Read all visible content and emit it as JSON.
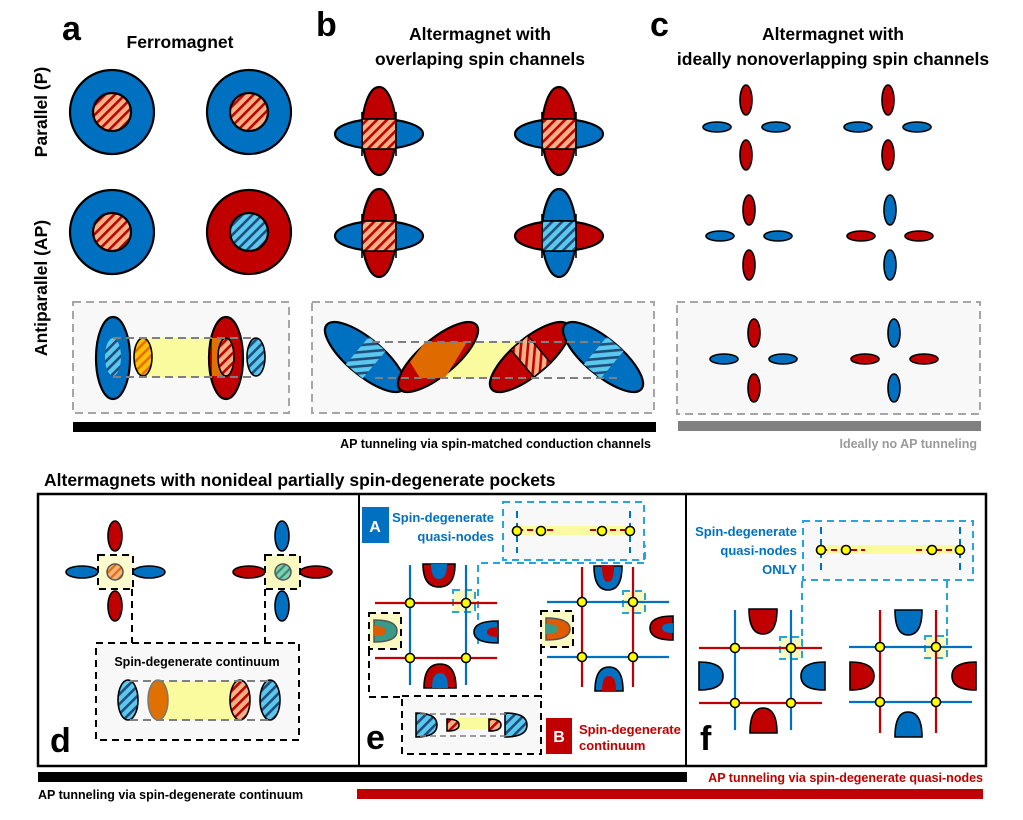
{
  "figure": {
    "panel_labels": [
      "a",
      "b",
      "c",
      "d",
      "e",
      "f"
    ],
    "row_labels": {
      "parallel": "Parallel (P)",
      "antiparallel": "Antiparallel (AP)"
    },
    "panel_titles": {
      "a": [
        "Ferromagnet"
      ],
      "b": [
        "Altermagnet with",
        "overlaping spin channels"
      ],
      "c": [
        "Altermagnet with",
        "ideally nonoverlapping spin channels"
      ]
    },
    "captions": {
      "ab_bar": "AP tunneling via spin-matched conduction channels",
      "c_bar": "Ideally no AP tunneling",
      "bottom_title": "Altermagnets with nonideal partially spin-degenerate pockets",
      "d_inset": "Spin-degenerate continuum",
      "e_A_badge": "A",
      "e_A_text": [
        "Spin-degenerate",
        "quasi-nodes"
      ],
      "e_B_badge": "B",
      "e_B_text": [
        "Spin-degenerate",
        "continuum"
      ],
      "f_text": [
        "Spin-degenerate",
        "quasi-nodes",
        "ONLY"
      ],
      "bar_continuum": "AP tunneling via spin-degenerate continuum",
      "bar_quasinodes": "AP tunneling via spin-degenerate quasi-nodes"
    },
    "colors": {
      "spin_up_blue": "#0070c0",
      "spin_down_red": "#c00000",
      "hatch_red_light": "#f4b183",
      "hatch_blue_light": "#5bc8f0",
      "overlap_orange": "#e07000",
      "tunnel_yellow": "#fafa9e",
      "node_yellow": "#ffff00",
      "bar_black": "#000000",
      "bar_grey": "#808080",
      "bar_red": "#c00000"
    }
  }
}
